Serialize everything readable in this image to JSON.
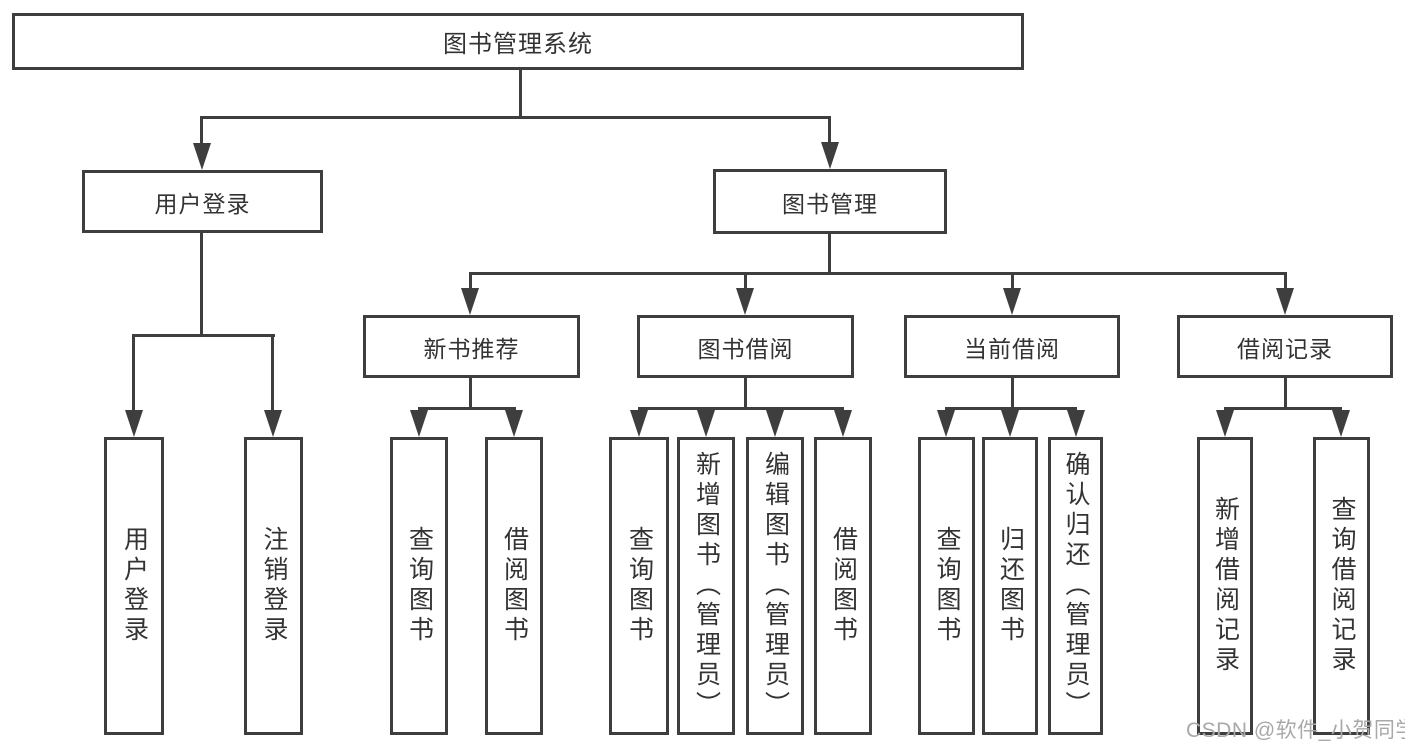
{
  "tree": {
    "label": "图书管理系统",
    "children": [
      {
        "label": "用户登录",
        "children": [
          {
            "label": "用户登录"
          },
          {
            "label": "注销登录"
          }
        ]
      },
      {
        "label": "图书管理",
        "children": [
          {
            "label": "新书推荐",
            "children": [
              {
                "label": "查询图书"
              },
              {
                "label": "借阅图书"
              }
            ]
          },
          {
            "label": "图书借阅",
            "children": [
              {
                "label": "查询图书"
              },
              {
                "label": "新增图书（管理员）"
              },
              {
                "label": "编辑图书（管理员）"
              },
              {
                "label": "借阅图书"
              }
            ]
          },
          {
            "label": "当前借阅",
            "children": [
              {
                "label": "查询图书"
              },
              {
                "label": "归还图书"
              },
              {
                "label": "确认归还（管理员）"
              }
            ]
          },
          {
            "label": "借阅记录",
            "children": [
              {
                "label": "新增借阅记录"
              },
              {
                "label": "查询借阅记录"
              }
            ]
          }
        ]
      }
    ]
  },
  "watermark": {
    "text": "CSDN @软件_小贺同学"
  },
  "colors": {
    "line": "#3e3e3e",
    "text": "#333333",
    "watermark": "#a9a9a9",
    "background": "#ffffff"
  }
}
